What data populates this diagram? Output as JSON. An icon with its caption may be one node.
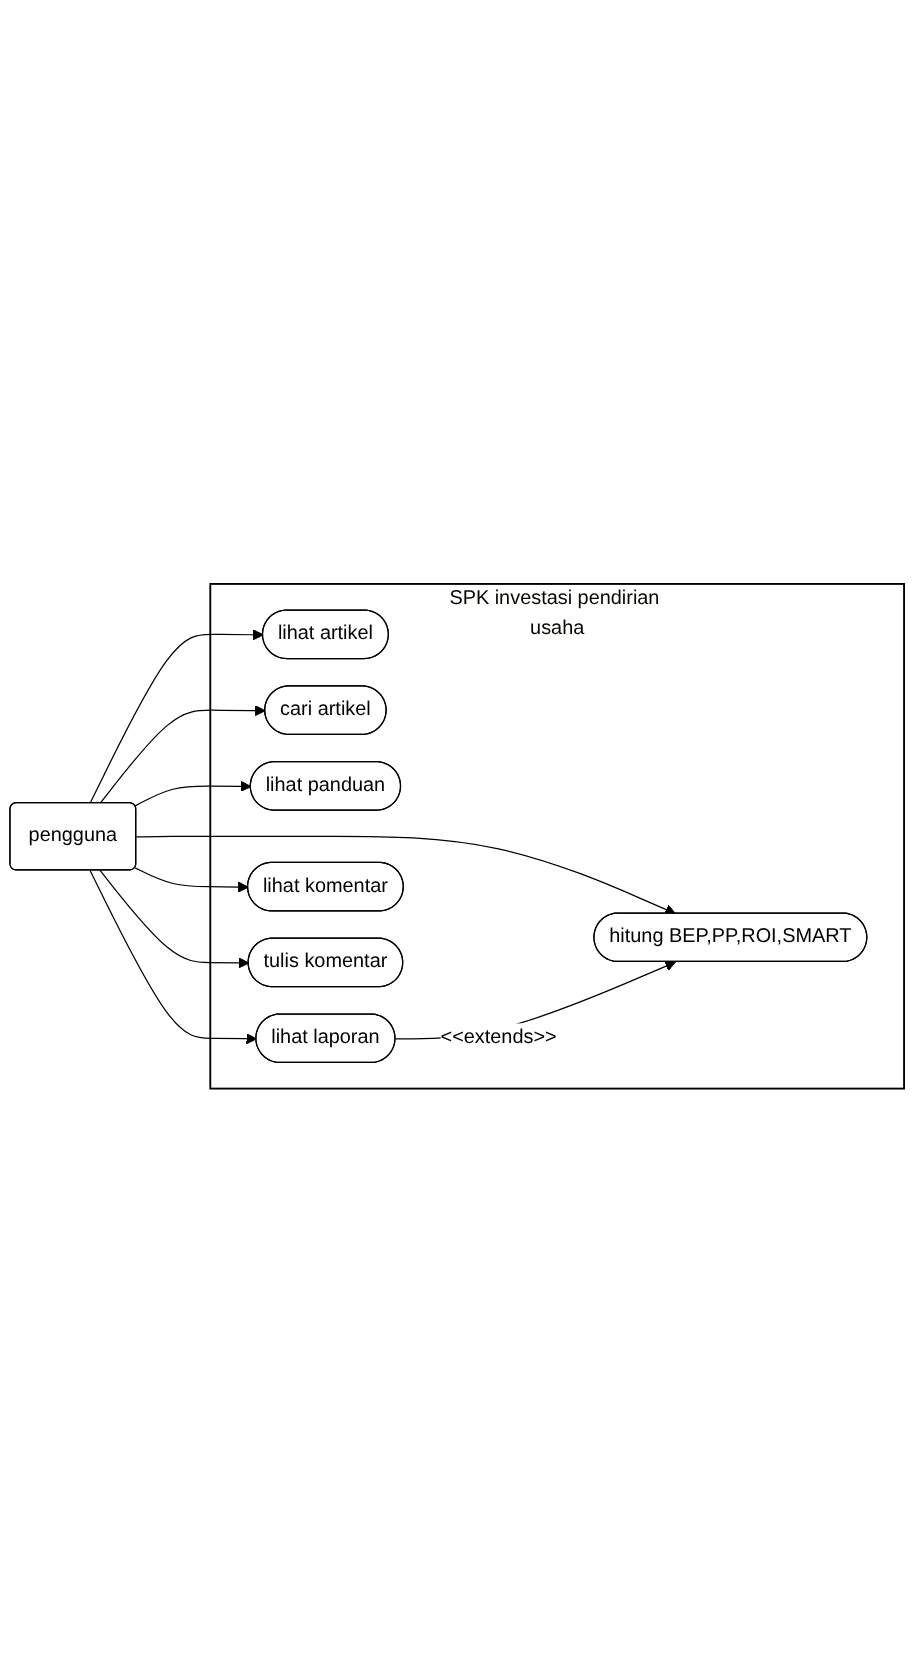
{
  "diagram": {
    "nodes": [
      {
        "text": [
          "pengguna"
        ]
      },
      {
        "text": [
          "SPK investasi pendirian usaha"
        ]
      },
      {
        "text": [
          "lihat artikel"
        ],
        "in": 1
      },
      {
        "text": [
          "cari artikel"
        ],
        "in": 1
      },
      {
        "text": [
          "lihat panduan"
        ],
        "in": 1
      },
      {
        "text": [
          "hitung BEP,PP,ROI,SMART"
        ],
        "in": 1
      },
      {
        "text": [
          "lihat laporan"
        ],
        "in": 1
      },
      {
        "text": [
          "lihat komentar"
        ],
        "in": 1
      },
      {
        "text": [
          "tulis komentar"
        ],
        "in": 1
      }
    ],
    "edges": [
      {
        "from": 0,
        "to": 2,
        "arrow": "to"
      },
      {
        "from": 0,
        "to": 3,
        "arrow": "to"
      },
      {
        "from": 0,
        "to": 4,
        "arrow": "to"
      },
      {
        "from": 0,
        "to": 5,
        "arrow": "to"
      },
      {
        "from": 0,
        "to": 6,
        "arrow": "to"
      },
      {
        "from": 0,
        "to": 7,
        "arrow": "to"
      },
      {
        "from": 0,
        "to": 8,
        "arrow": "to"
      },
      {
        "from": 6,
        "to": 5,
        "arrow": "to",
        "label": "<<extends>>"
      }
    ]
  }
}
